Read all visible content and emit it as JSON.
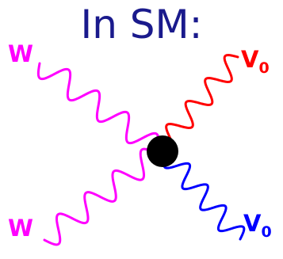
{
  "title": "In SM:",
  "colors": {
    "title": "#1a1a8c",
    "w_boson": "#ff00ff",
    "v0_top": "#ff0000",
    "v0_bottom": "#0000ff",
    "vertex": "#000000"
  },
  "labels": {
    "w_top": "W",
    "w_bottom": "W",
    "v_top_main": "V",
    "v_top_sub": "0",
    "v_bottom_main": "V",
    "v_bottom_sub": "0"
  }
}
